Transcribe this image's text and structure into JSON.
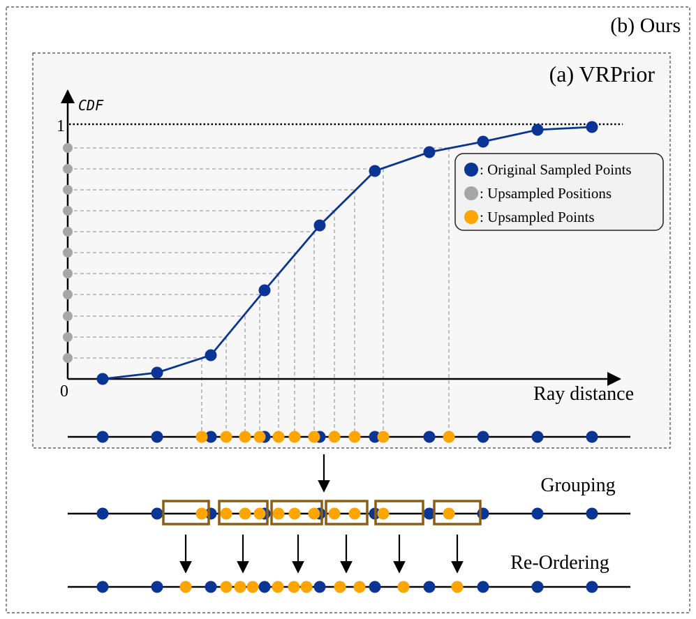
{
  "outer_title": "(b) Ours",
  "inner_title": "(a) VRPrior",
  "axis": {
    "y_label": "CDF",
    "y_one": "1",
    "origin": "0",
    "x_label": "Ray distance"
  },
  "legend": [
    {
      "label": ": Original Sampled Points",
      "color": "#0a3594"
    },
    {
      "label": ": Upsampled Positions",
      "color": "#a6a6a6"
    },
    {
      "label": ": Upsampled Points",
      "color": "#ffa500"
    }
  ],
  "steps": {
    "grouping": "Grouping",
    "reordering": "Re-Ordering"
  },
  "colors": {
    "original": "#0a3594",
    "upsampled_position": "#a6a6a6",
    "upsampled_point": "#ffa500",
    "group_box": "#8b5e13",
    "curve": "#0a3594"
  }
}
